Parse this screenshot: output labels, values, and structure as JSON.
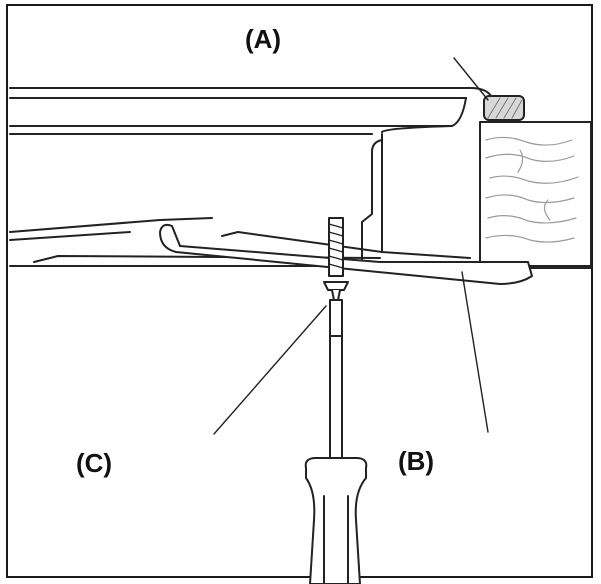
{
  "labels": {
    "a": "(A)",
    "b": "(B)",
    "c": "(C)"
  },
  "colors": {
    "line": "#222222",
    "wood_hatch": "#bdbdbd",
    "frame": "#1a1a1a"
  }
}
